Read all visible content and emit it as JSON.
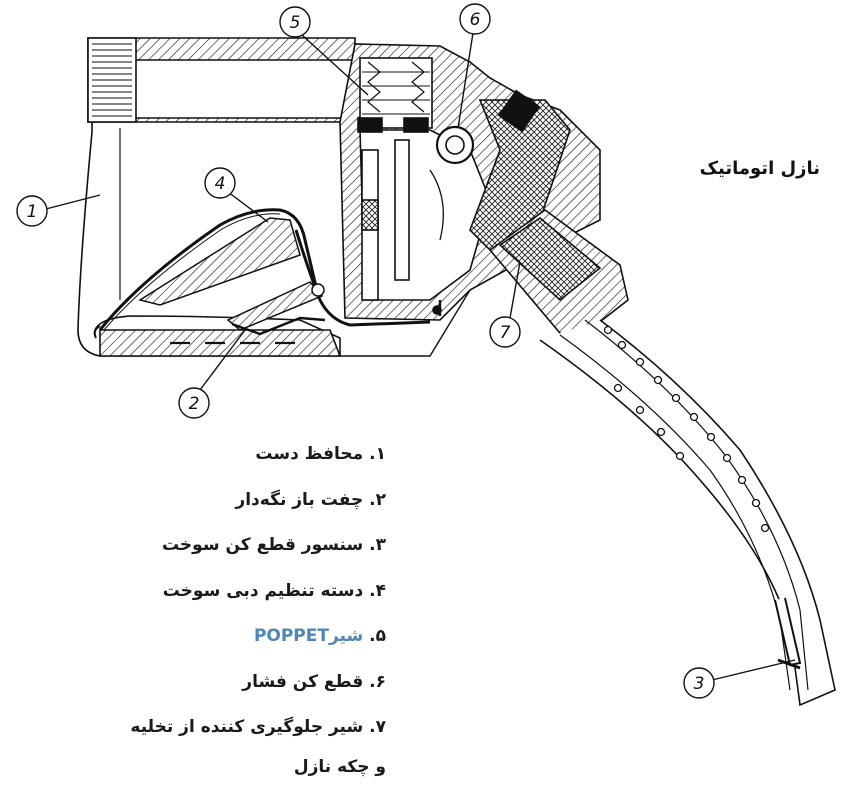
{
  "title": "نازل اتوماتیک",
  "callouts": [
    "1",
    "2",
    "3",
    "4",
    "5",
    "6",
    "7"
  ],
  "legend": [
    {
      "num": "۱.",
      "text": "محافظ دست"
    },
    {
      "num": "۲.",
      "text": "چفت باز نگه‌دار"
    },
    {
      "num": "۳.",
      "text": "سنسور قطع کن سوخت"
    },
    {
      "num": "۴.",
      "text": "دسته تنظیم دبی سوخت"
    },
    {
      "num": "۵.",
      "text": "شیر",
      "accent": "POPPET"
    },
    {
      "num": "۶.",
      "text": "قطع کن فشار"
    },
    {
      "num": "۷.",
      "text": "شیر جلوگیری کننده از تخلیه"
    }
  ],
  "legend_continuation": "و چکه نازل",
  "colors": {
    "ink": "#1a1a1a",
    "accent": "#4f86b5"
  }
}
